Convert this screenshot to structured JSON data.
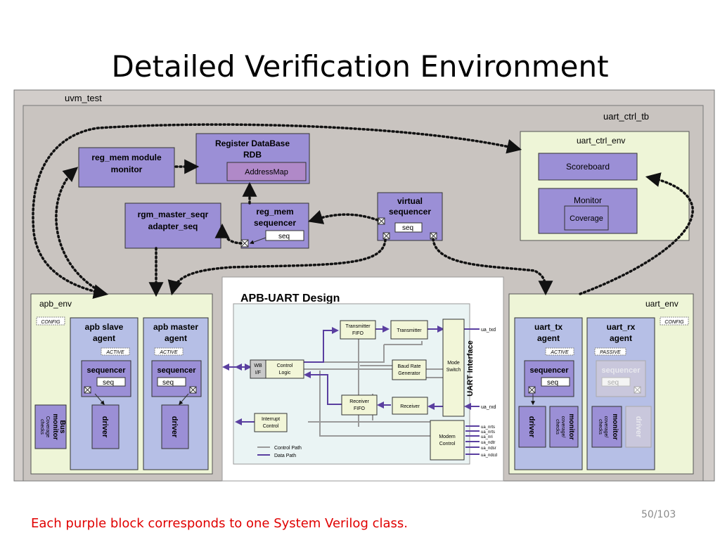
{
  "slide": {
    "title": "Detailed Verification Environment",
    "footer": "Each purple block corresponds to one System Verilog class.",
    "page_number": "50/103"
  },
  "diagram": {
    "uvm_test": "uvm_test",
    "uart_ctrl_tb": "uart_ctrl_tb",
    "reg_mem_monitor": [
      "reg_mem module",
      "monitor"
    ],
    "rdb": [
      "Register DataBase",
      "RDB"
    ],
    "address_map": "AddressMap",
    "rgm_adapter": [
      "rgm_master_seqr",
      "adapter_seq"
    ],
    "reg_mem_sequencer": [
      "reg_mem",
      "sequencer"
    ],
    "seq": "seq",
    "virtual_sequencer": [
      "virtual",
      "sequencer"
    ],
    "uart_ctrl_env": "uart_ctrl_env",
    "scoreboard": "Scoreboard",
    "monitor": "Monitor",
    "coverage": "Coverage",
    "apb_env": "apb_env",
    "config": "CONFIG",
    "apb_slave_agent": [
      "apb slave",
      "agent"
    ],
    "apb_master_agent": [
      "apb master",
      "agent"
    ],
    "active": "ACTIVE",
    "passive": "PASSIVE",
    "sequencer": "sequencer",
    "driver": "driver",
    "bus_monitor": [
      "Bus",
      "monitor"
    ],
    "coverage_checks": [
      "Coverage",
      "checks"
    ],
    "uart_env": "uart_env",
    "uart_tx_agent": [
      "uart_tx",
      "agent"
    ],
    "uart_rx_agent": [
      "uart_rx",
      "agent"
    ],
    "monitor_small": "monitor",
    "coverage_checks_small": [
      "coverage/",
      "checks"
    ],
    "apb_uart_design": "APB-UART Design",
    "wb_if": [
      "WB",
      "I/F"
    ],
    "control_logic": [
      "Control",
      "Logic"
    ],
    "transmitter_fifo": [
      "Transmitter",
      "FIFO"
    ],
    "transmitter": "Transmitter",
    "baud_rate_generator": [
      "Baud Rate",
      "Generator"
    ],
    "receiver_fifo": [
      "Receiver",
      "FIFO"
    ],
    "receiver": "Receiver",
    "mode_switch": [
      "Mode",
      "Switch"
    ],
    "uart_interface": "UART Interface",
    "interrupt_control": [
      "Interrupt",
      "Control"
    ],
    "modem_control": [
      "Modem",
      "Control"
    ],
    "legend_control_path": "Control Path",
    "legend_data_path": "Data Path",
    "ua_txd": "ua_txd",
    "ua_rxd": "ua_rxd",
    "modem_signals": [
      "ua_nrts",
      "ua_nrts",
      "ua_nri",
      "ua_ndtr",
      "ua_ndsr",
      "ua_ndcd"
    ]
  },
  "colors": {
    "gray_container": "#d2cdca",
    "gray_inner": "#c9c4c0",
    "env_green": "#eef5d7",
    "purple_block": "#9b8fd6",
    "agent_blue": "#b6bfe6",
    "design_bg": "#eaf4f4",
    "design_block": "#f2f6d8",
    "data_path": "#5a3fa0",
    "control_path": "#9a9a9a",
    "footer_red": "#e00000"
  }
}
